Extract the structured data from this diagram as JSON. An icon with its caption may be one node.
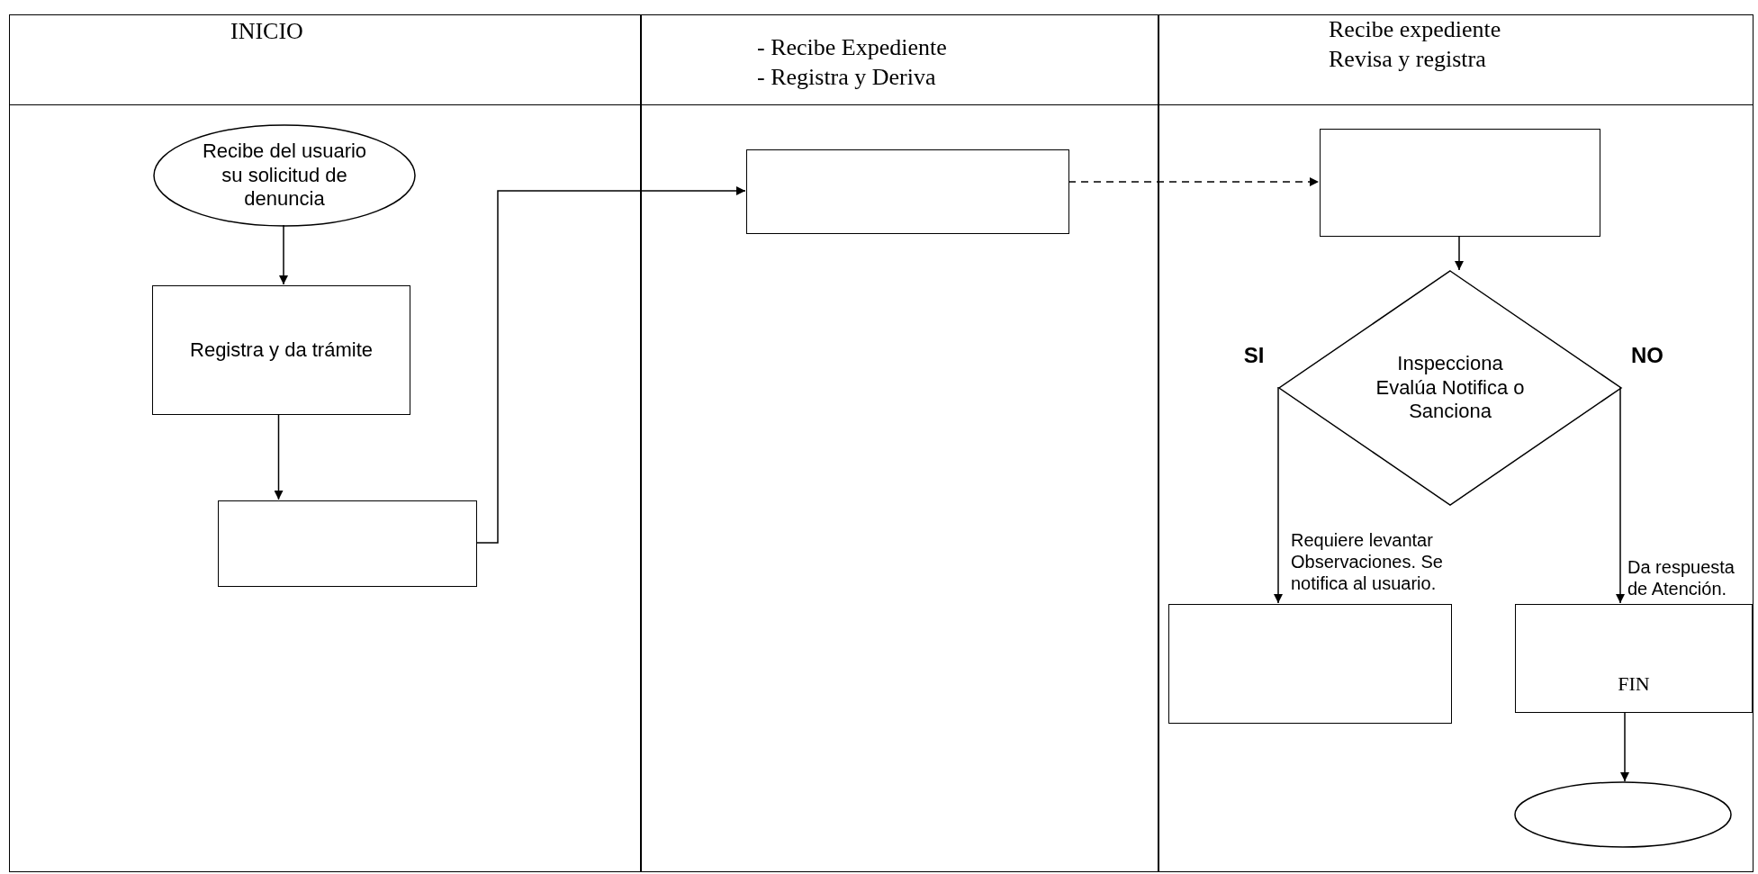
{
  "diagram": {
    "nodes": [
      {
        "text": [
          "INICIO"
        ]
      },
      {
        "text": [
          "- Recibe Expediente",
          "- Registra y Deriva"
        ]
      },
      {
        "text": [
          "Recibe expediente",
          "Revisa y registra"
        ]
      },
      {
        "text": [
          "Recibe del usuario su solicitud de denuncia"
        ],
        "in": 0
      },
      {
        "text": [
          "Registra y da trámite"
        ],
        "in": 0
      },
      {
        "text": [],
        "shape": "box",
        "in": 0
      },
      {
        "text": [],
        "shape": "box",
        "in": 1
      },
      {
        "text": [],
        "shape": "box",
        "in": 2
      },
      {
        "text": [
          "Inspecciona Evalúa Notifica o Sanciona"
        ],
        "in": 2
      },
      {
        "text": [],
        "shape": "box",
        "in": 2,
        "beside": [
          "Requiere levantar Observaciones. Se notifica al usuario."
        ]
      },
      {
        "text": [
          "FIN"
        ],
        "in": 2,
        "beside": [
          "Da respuesta de Atención."
        ]
      },
      {
        "text": [],
        "shape": "ellipse",
        "in": 2
      }
    ],
    "edges": [
      {
        "from": 3,
        "to": 4,
        "arrow": "to"
      },
      {
        "from": 4,
        "to": 5,
        "arrow": "to"
      },
      {
        "from": 5,
        "to": 6,
        "arrow": "to"
      },
      {
        "from": 6,
        "to": 7,
        "arrow": "to",
        "style": "dashed"
      },
      {
        "from": 7,
        "to": 8,
        "arrow": "to"
      },
      {
        "from": 8,
        "to": 9,
        "arrow": "to",
        "label": "SI"
      },
      {
        "from": 8,
        "to": 10,
        "arrow": "to",
        "label": "NO"
      },
      {
        "from": 10,
        "to": 11,
        "arrow": "to"
      }
    ]
  }
}
